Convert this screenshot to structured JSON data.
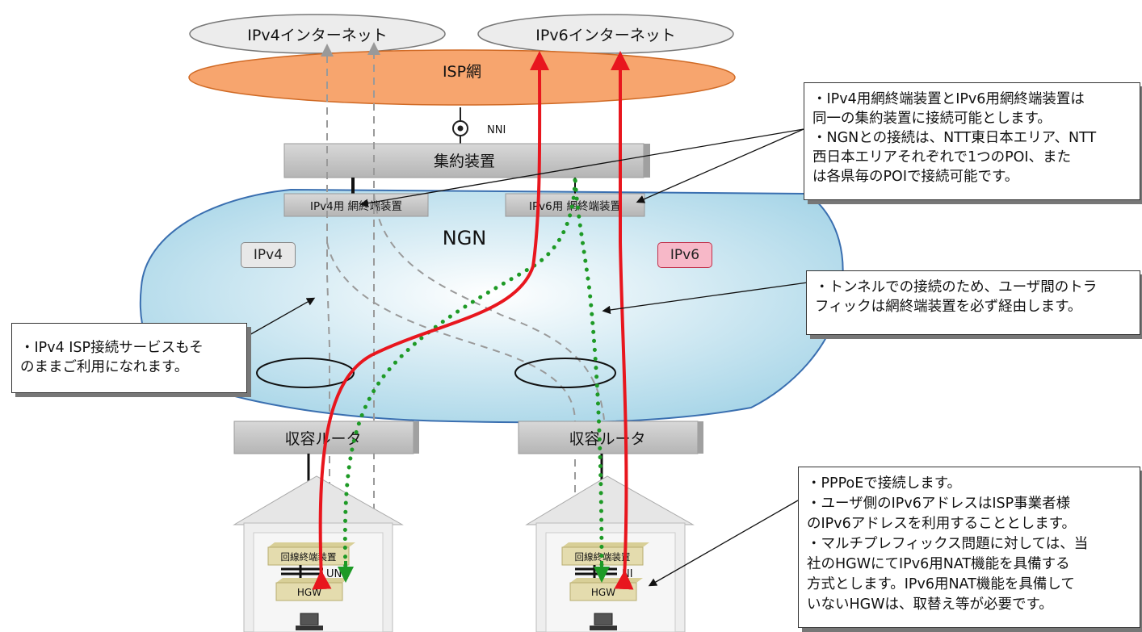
{
  "labels": {
    "ipv4_internet": "IPv4インターネット",
    "ipv6_internet": "IPv6インターネット",
    "isp_network": "ISP網",
    "nni": "NNI",
    "aggregator": "集約装置",
    "ipv4_nte": "IPv4用 網終端装置",
    "ipv6_nte": "IPv6用 網終端装置",
    "ngn": "NGN",
    "ipv4_tag": "IPv4",
    "ipv6_tag": "IPv6",
    "access_router": "収容ルータ",
    "onu": "回線終端装置",
    "uni": "UNI",
    "hgw": "HGW"
  },
  "callouts": {
    "top_right": [
      "・IPv4用網終端装置とIPv6用網終端装置は",
      "同一の集約装置に接続可能とします。",
      "・NGNとの接続は、NTT東日本エリア、NTT",
      "西日本エリアそれぞれで1つのPOI、また",
      "は各県毎のPOIで接続可能です。"
    ],
    "middle_right": [
      "・トンネルでの接続のため、ユーザ間のトラ",
      "フィックは網終端装置を必ず経由します。"
    ],
    "left": [
      "・IPv4 ISP接続サービスもそ",
      "のままご利用になれます。"
    ],
    "bottom_right": [
      "・PPPoEで接続します。",
      "・ユーザ側のIPv6アドレスはISP事業者様",
      "のIPv6アドレスを利用することとします。",
      "・マルチプレフィックス問題に対しては、当",
      "社のHGWにてIPv6用NAT機能を具備する",
      "方式とします。IPv6用NAT機能を具備して",
      "いないHGWは、取替え等が必要です。"
    ]
  },
  "colors": {
    "isp_fill": "#f7a56e",
    "ngn_fill": "#cde8f2",
    "ipv6_path": "#e8161e",
    "tunnel_path": "#1e9a26",
    "ipv4_path": "#999999",
    "device_fill": "#c9c9c9",
    "ipv6_tag_fill": "#f7b8c8",
    "onu_fill": "#e4dcae"
  }
}
